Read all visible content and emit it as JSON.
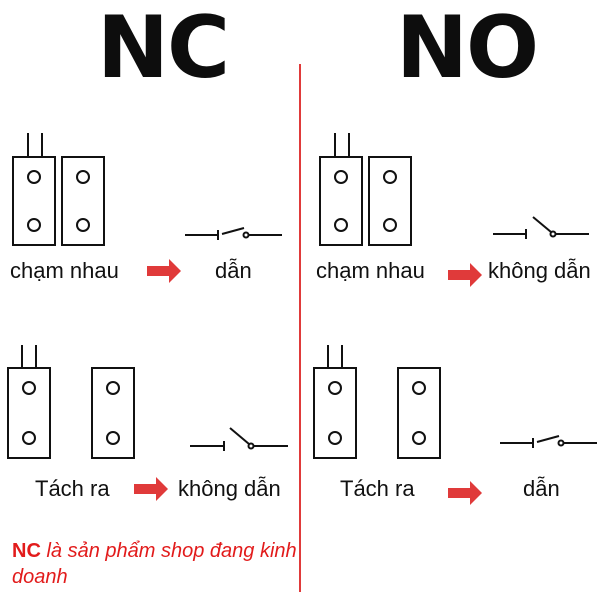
{
  "colors": {
    "accent": "#e03a3a",
    "ink": "#111111",
    "note": "#e21b1b"
  },
  "nc": {
    "title": "NC",
    "row1": {
      "state": "chạm nhau",
      "result": "dẫn"
    },
    "row2": {
      "state": "Tách ra",
      "result": "không dẫn"
    }
  },
  "no": {
    "title": "NO",
    "row1": {
      "state": "chạm nhau",
      "result": "không dẫn"
    },
    "row2": {
      "state": "Tách ra",
      "result": "dẫn"
    }
  },
  "note": {
    "highlight": "NC",
    "text": "là sản phẩm shop đang kinh doanh"
  }
}
